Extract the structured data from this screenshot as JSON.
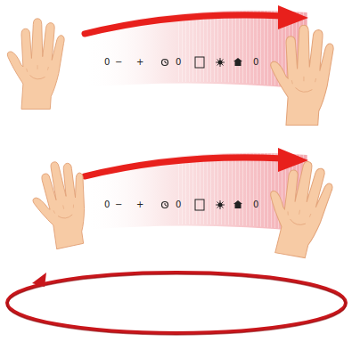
{
  "diagram": {
    "labels": [
      "0",
      "−",
      "+",
      "0",
      "0",
      "0",
      "−",
      "+",
      "0",
      "0"
    ]
  }
}
